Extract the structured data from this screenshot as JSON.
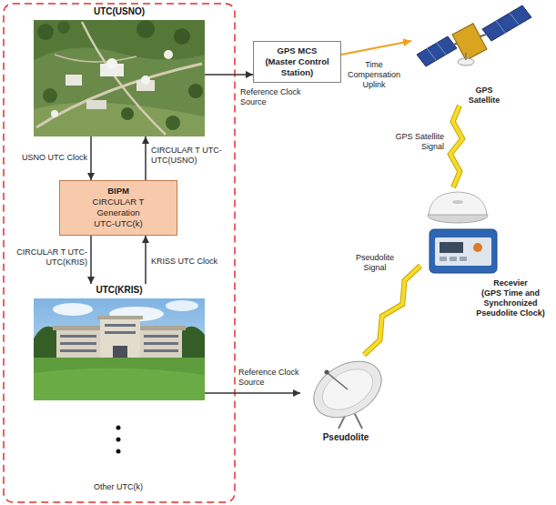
{
  "diagram": {
    "nodes": [
      {
        "text": [
          "UTC(USNO)"
        ]
      },
      {
        "text": [
          "GPS MCS",
          "(Master Control Station)"
        ]
      },
      {
        "text": [
          "GPS Satellite"
        ]
      },
      {
        "text": [
          "BIPM",
          "CIRCULAR T Generation UTC-UTC(k)"
        ]
      },
      {
        "text": [
          "Recevier",
          "(GPS Time and Synchronized Pseudolite Clock)"
        ]
      },
      {
        "text": [
          "UTC(KRIS)"
        ]
      },
      {
        "text": [
          "Pseudolite"
        ]
      }
    ],
    "edges": [
      {
        "from": 0,
        "to": 3,
        "label": "USNO UTC Clock",
        "arrow": "to"
      },
      {
        "from": 3,
        "to": 0,
        "label": "CIRCULAR T UTC-UTC(USNO)",
        "arrow": "to"
      },
      {
        "from": 3,
        "to": 5,
        "label": "CIRCULAR T UTC-UTC(KRIS)",
        "arrow": "to"
      },
      {
        "from": 5,
        "to": 3,
        "label": "KRISS UTC Clock",
        "arrow": "to"
      },
      {
        "from": 0,
        "to": 1,
        "label": "Reference Clock Source",
        "arrow": "to"
      },
      {
        "from": 1,
        "to": 2,
        "label": "Time Compensation Uplink",
        "arrow": "to"
      },
      {
        "from": 2,
        "to": 4,
        "label": "GPS Satellite Signal",
        "arrow": "none"
      },
      {
        "from": 5,
        "to": 6,
        "label": "Reference Clock Source",
        "arrow": "to"
      },
      {
        "from": 6,
        "to": 4,
        "label": "Pseudolite Signal",
        "arrow": "none"
      }
    ],
    "labels": [
      "Other UTC(k)"
    ]
  }
}
